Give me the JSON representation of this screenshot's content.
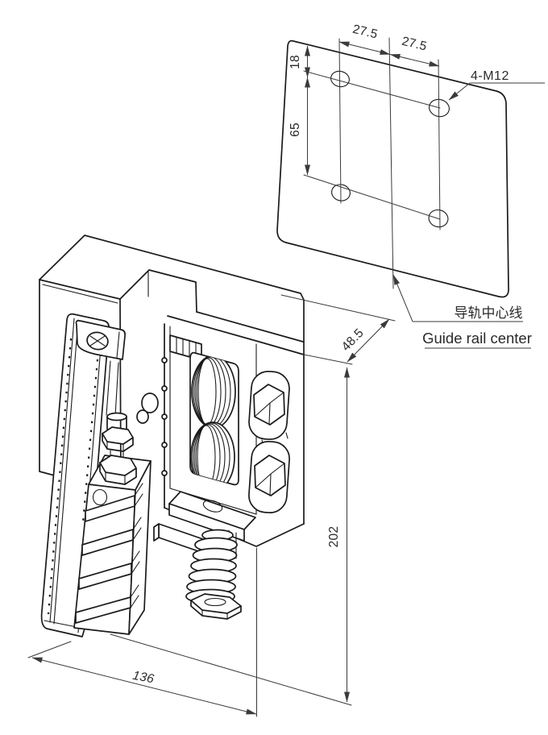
{
  "plate": {
    "hole_callout": "4-M12",
    "dims": {
      "col_left": "27.5",
      "col_right": "27.5",
      "row_top": "18",
      "row_mid": "65"
    }
  },
  "centerline": {
    "label_zh": "导轨中心线",
    "label_en": "Guide rail center"
  },
  "overall_dims": {
    "rail_offset": "48.5",
    "height": "202",
    "width": "136"
  },
  "colors": {
    "object_line": "#1b1b1b",
    "dimension_line": "#3a3a3a",
    "background": "#ffffff"
  }
}
